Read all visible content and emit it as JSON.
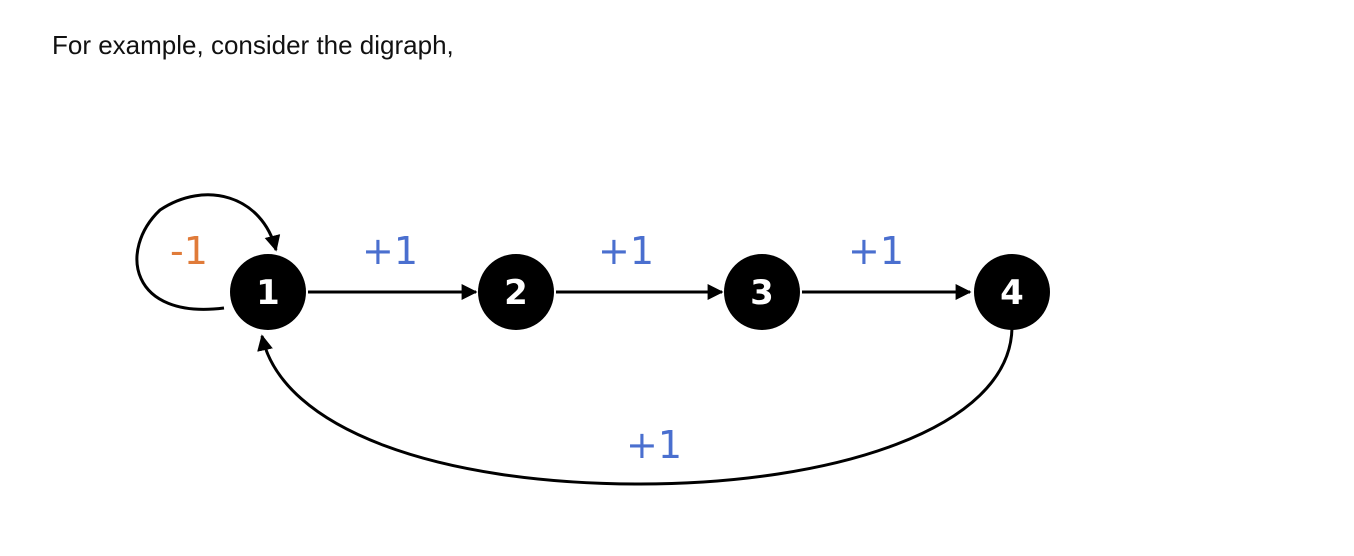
{
  "intro_text": "For example, consider the digraph,",
  "colors": {
    "positive_weight": "#4a6fcf",
    "negative_weight": "#e07b39",
    "node_fill": "#000000",
    "edge": "#000000"
  },
  "graph": {
    "nodes": [
      {
        "id": "1",
        "label": "1"
      },
      {
        "id": "2",
        "label": "2"
      },
      {
        "id": "3",
        "label": "3"
      },
      {
        "id": "4",
        "label": "4"
      }
    ],
    "edges": [
      {
        "from": "1",
        "to": "1",
        "weight": "-1"
      },
      {
        "from": "1",
        "to": "2",
        "weight": "+1"
      },
      {
        "from": "2",
        "to": "3",
        "weight": "+1"
      },
      {
        "from": "3",
        "to": "4",
        "weight": "+1"
      },
      {
        "from": "4",
        "to": "1",
        "weight": "+1"
      }
    ]
  }
}
